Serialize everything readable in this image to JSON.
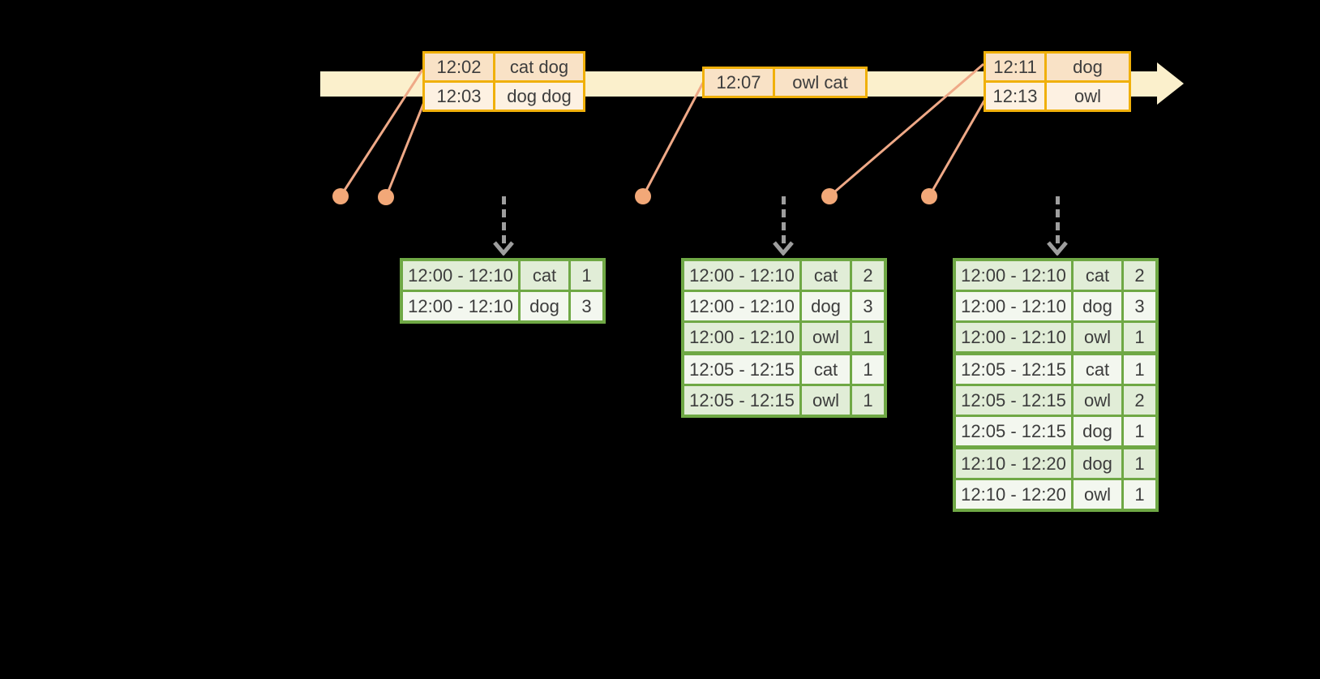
{
  "colors": {
    "gold_border": "#F0B00A",
    "event_row_peach": "#F9E2C6",
    "event_row_cream": "#FDF1E2",
    "timeline_band": "#FBF0CC",
    "connector_salmon": "#EFA987",
    "dot_salmon": "#F2A878",
    "trigger_gray": "#9E9E9E",
    "result_border_green": "#6FA845",
    "result_row_dark": "#E1EDD7",
    "result_row_light": "#F3F7EF",
    "text": "#3D3D3D",
    "background": "#000000"
  },
  "timeline": {
    "event_tables": [
      {
        "rows": [
          {
            "time": "12:02",
            "words": "cat dog"
          },
          {
            "time": "12:03",
            "words": "dog dog"
          }
        ]
      },
      {
        "rows": [
          {
            "time": "12:07",
            "words": "owl cat"
          }
        ]
      },
      {
        "rows": [
          {
            "time": "12:11",
            "words": "dog"
          },
          {
            "time": "12:13",
            "words": "owl"
          }
        ]
      }
    ]
  },
  "result_tables": [
    {
      "rows": [
        {
          "window": "12:00 - 12:10",
          "word": "cat",
          "count": "1"
        },
        {
          "window": "12:00 - 12:10",
          "word": "dog",
          "count": "3"
        }
      ]
    },
    {
      "rows": [
        {
          "window": "12:00 - 12:10",
          "word": "cat",
          "count": "2"
        },
        {
          "window": "12:00 - 12:10",
          "word": "dog",
          "count": "3"
        },
        {
          "window": "12:00 - 12:10",
          "word": "owl",
          "count": "1"
        },
        {
          "window": "12:05 - 12:15",
          "word": "cat",
          "count": "1",
          "group_start": true
        },
        {
          "window": "12:05 - 12:15",
          "word": "owl",
          "count": "1"
        }
      ]
    },
    {
      "rows": [
        {
          "window": "12:00 - 12:10",
          "word": "cat",
          "count": "2"
        },
        {
          "window": "12:00 - 12:10",
          "word": "dog",
          "count": "3"
        },
        {
          "window": "12:00 - 12:10",
          "word": "owl",
          "count": "1"
        },
        {
          "window": "12:05 - 12:15",
          "word": "cat",
          "count": "1",
          "group_start": true
        },
        {
          "window": "12:05 - 12:15",
          "word": "owl",
          "count": "2"
        },
        {
          "window": "12:05 - 12:15",
          "word": "dog",
          "count": "1"
        },
        {
          "window": "12:10 - 12:20",
          "word": "dog",
          "count": "1",
          "group_start": true
        },
        {
          "window": "12:10 - 12:20",
          "word": "owl",
          "count": "1"
        }
      ]
    }
  ]
}
